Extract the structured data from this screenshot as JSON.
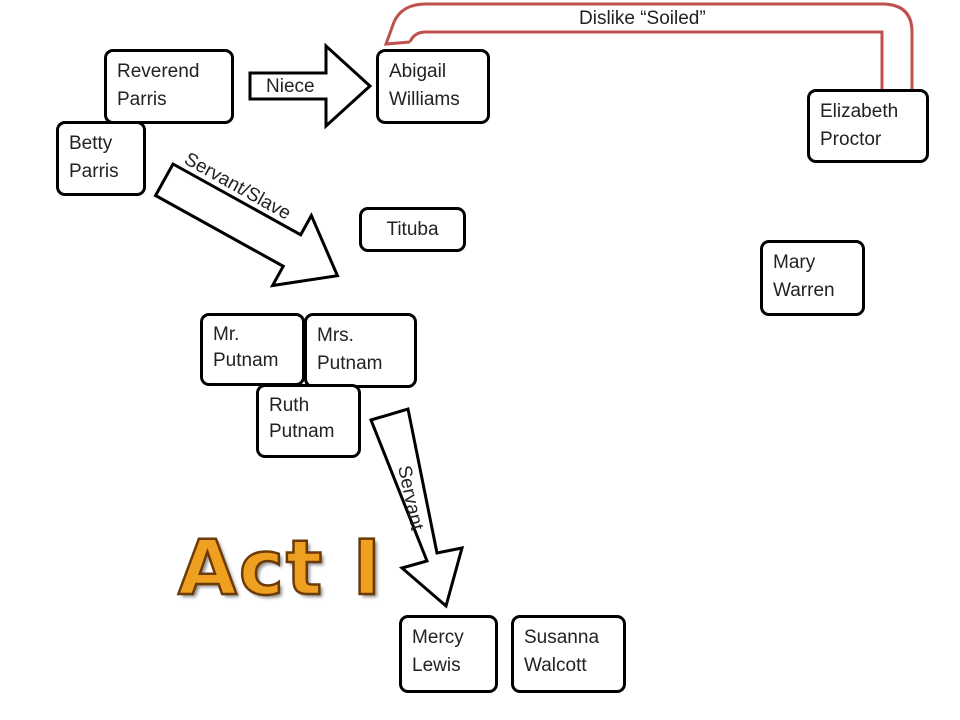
{
  "title": "Act I",
  "nodes": {
    "reverend_parris": "Reverend\nParris",
    "abigail_williams": "Abigail\nWilliams",
    "elizabeth_proctor": "Elizabeth\nProctor",
    "betty_parris": "Betty\nParris",
    "tituba": "Tituba",
    "mary_warren": "Mary\nWarren",
    "mr_putnam": "Mr.\nPutnam",
    "mrs_putnam": "Mrs.\nPutnam",
    "ruth_putnam": "Ruth\nPutnam",
    "mercy_lewis": "Mercy\nLewis",
    "susanna_walcott": "Susanna\nWalcott"
  },
  "edges": {
    "niece": "Niece",
    "servant_slave": "Servant/Slave",
    "servant": "Servant",
    "dislike": "Dislike “Soiled”"
  },
  "colors": {
    "dislike_connector": "#c0504d",
    "title_fill": "#f0a020",
    "title_outline": "#6b3b06"
  }
}
